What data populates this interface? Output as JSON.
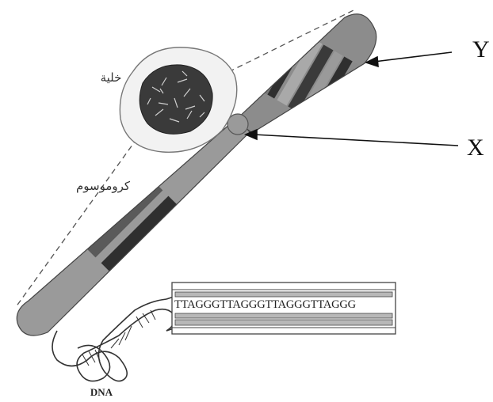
{
  "labels": {
    "cell": "خلية",
    "chromosome": "كروموسوم",
    "dna": "DNA",
    "x": "X",
    "y": "Y"
  },
  "sequence": "TTAGGGTTAGGGTTAGGGTTAGGG",
  "colors": {
    "band_dark": "#2f2f2f",
    "band_mid": "#7a7a7a",
    "band_light": "#a9a9a9",
    "tip": "#e6e6e6",
    "cell_fill": "#f2f2f2",
    "nucleus": "#3a3a3a"
  }
}
